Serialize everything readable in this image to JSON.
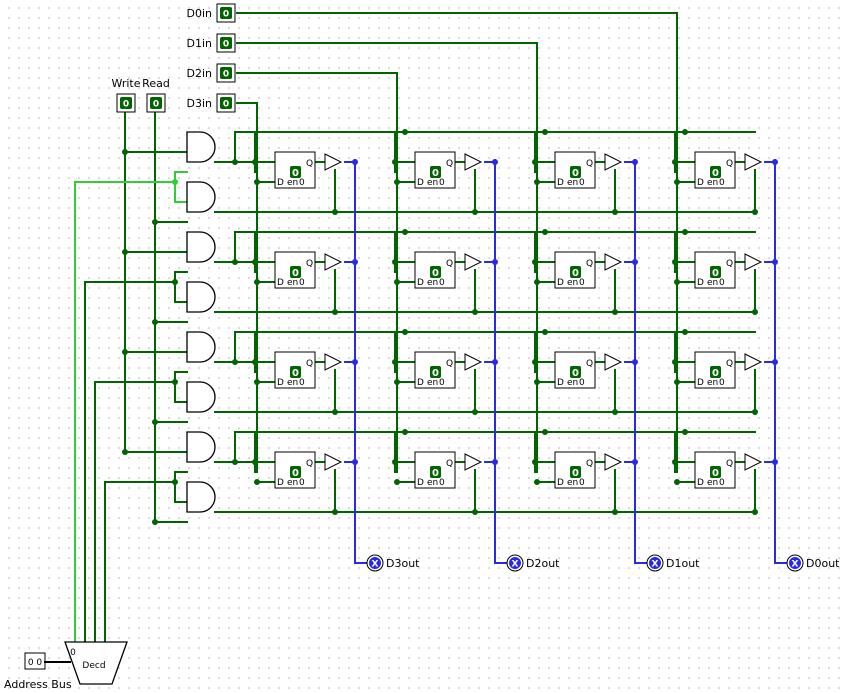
{
  "colors": {
    "wire": "#006400",
    "wire_active": "#32cd32",
    "bus_out": "#2a2ae6",
    "pin_fill": "#006400",
    "output_fill": "#2a2ae6",
    "grid_dot": "#bdbdbd"
  },
  "inputs": [
    {
      "label": "D0in",
      "value": "0"
    },
    {
      "label": "D1in",
      "value": "0"
    },
    {
      "label": "D2in",
      "value": "0"
    },
    {
      "label": "D3in",
      "value": "0"
    }
  ],
  "controls": [
    {
      "label": "Write",
      "value": "0"
    },
    {
      "label": "Read",
      "value": "0"
    }
  ],
  "outputs": [
    {
      "label": "D3out",
      "symbol": "X"
    },
    {
      "label": "D2out",
      "symbol": "X"
    },
    {
      "label": "D1out",
      "symbol": "X"
    },
    {
      "label": "D0out",
      "symbol": "X"
    }
  ],
  "cell": {
    "q": "Q",
    "d": "D",
    "en": "en",
    "value": "0"
  },
  "decoder": {
    "label": "Decd",
    "select_index": "0"
  },
  "address": {
    "label": "Address Bus",
    "value": "0 0"
  }
}
